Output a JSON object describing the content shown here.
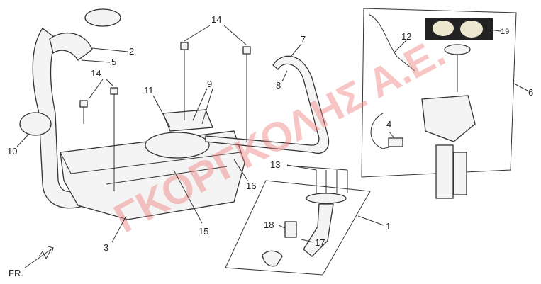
{
  "diagram": {
    "callouts": {
      "c1": "1",
      "c2": "2",
      "c3": "3",
      "c4": "4",
      "c5": "5",
      "c6": "6",
      "c7": "7",
      "c8": "8",
      "c9": "9",
      "c10": "10",
      "c11": "11",
      "c12": "12",
      "c13": "13",
      "c14a": "14",
      "c14b": "14",
      "c15": "15",
      "c16": "16",
      "c17": "17",
      "c18": "18",
      "c19": "19"
    },
    "direction_label": "FR.",
    "watermark": "ΓΚΟΡΓΚΟΛΗΣ Α.Ε.",
    "watermark_color": "#f08080"
  }
}
